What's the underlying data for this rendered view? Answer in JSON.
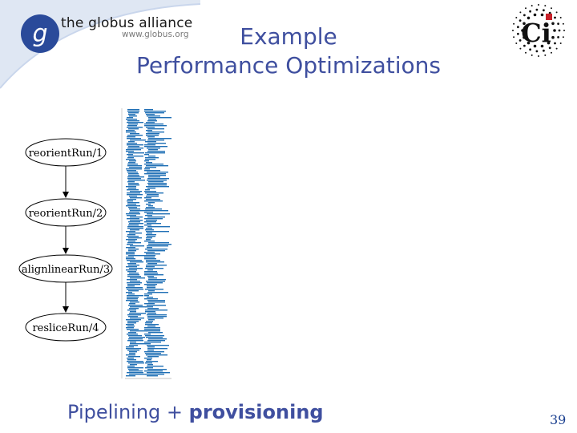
{
  "logo": {
    "letter": "g",
    "name": "the globus alliance",
    "url": "www.globus.org"
  },
  "title": {
    "line1": "Example",
    "line2": "Performance Optimizations"
  },
  "ci_logo": {
    "letters": "Ci"
  },
  "workflow": {
    "nodes": [
      "reorientRun/1",
      "reorientRun/2",
      "alignlinearRun/3",
      "resliceRun/4"
    ]
  },
  "caption": {
    "normal": "Pipelining + ",
    "bold": "provisioning"
  },
  "page_number": "39",
  "colors": {
    "title": "#3f4f9f",
    "gantt_bar": "#1f6fb5",
    "logo_blue": "#2a4a9a",
    "logo_red": "#c8202a"
  }
}
